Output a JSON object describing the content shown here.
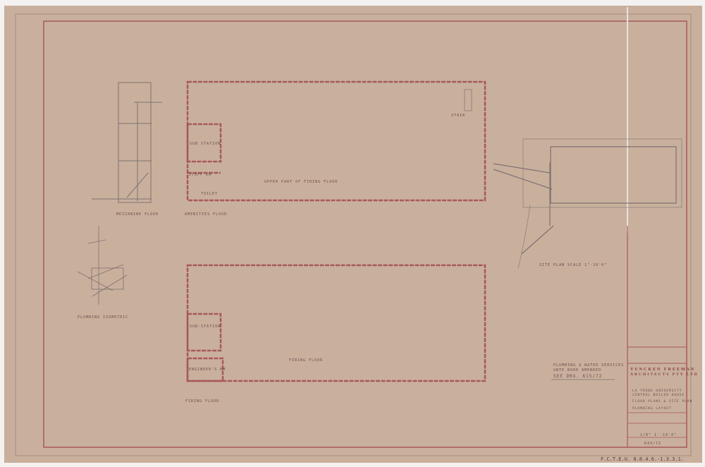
{
  "drawing": {
    "labels": {
      "mezzanine_floor": "MEZZANINE FLOOR",
      "amenities_floor": "AMENITIES FLOOR",
      "upper_firing_floor": "UPPER PART OF FIRING FLOOR",
      "sub_station_upper": "SUB STATION",
      "staff_rm": "STAFF RM",
      "toilet": "TOILET",
      "plumbing_isometric": "PLUMBING ISOMETRIC",
      "sub_station_lower": "SUB-STATION",
      "engineers_rm": "ENGINEER'S RM",
      "firing_floor_room": "FIRING FLOOR",
      "firing_floor": "FIRING FLOOR",
      "site_plan": "SITE PLAN SCALE 1\"-20'0\"",
      "stair": "STAIR"
    },
    "note": {
      "line1": "PLUMBING & WATER SERVICES",
      "line2": "UNTE BORE AMENDED",
      "line3": "SEE DRG. 615/72"
    },
    "title_block": {
      "firm_line1": "YUNCKEN FREEMAN",
      "firm_line2": "ARCHITECTS PTY LTD",
      "project_line1": "LA TROBE UNIVERSITY",
      "project_line2": "CENTRAL BOILER HOUSE",
      "sheet_line1": "FLOOR PLANS & SITE PLAN",
      "sheet_line2": "PLUMBING LAYOUT",
      "scale": "1/8\" 1'-10'0\"",
      "drawing_no": "643/72"
    },
    "margin_stamp": "F.C.T.E.U. 8.8.4.6.-1.3.3.1."
  },
  "colors": {
    "paper": "#c9b09d",
    "linework_red": "#a8585a",
    "linework_grey": "#7d7270"
  }
}
